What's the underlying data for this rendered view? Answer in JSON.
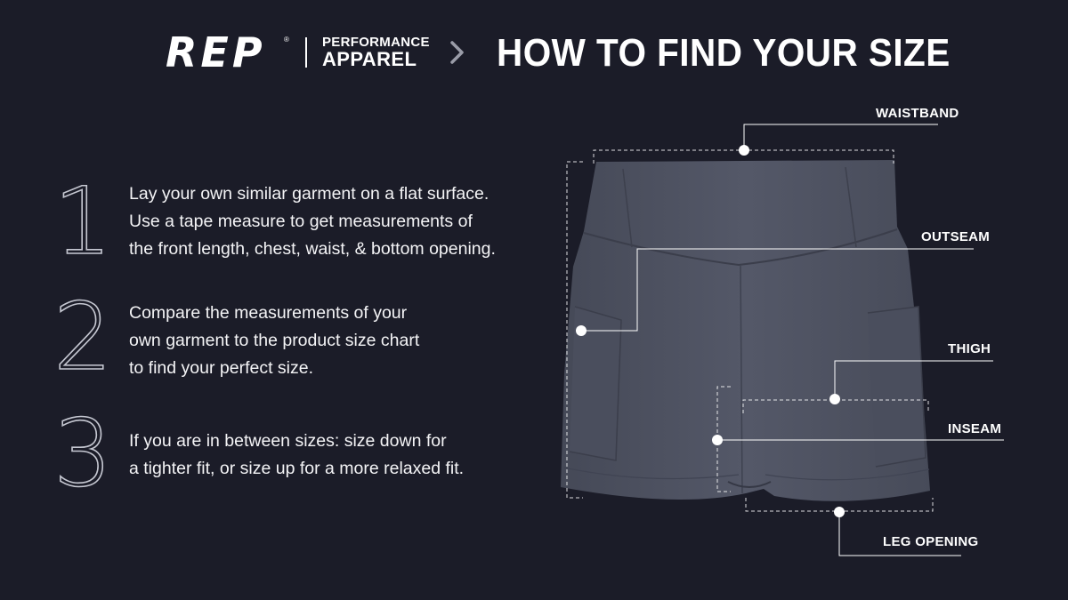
{
  "header": {
    "brand": "REP",
    "brand_mark": "®",
    "sub_line_1": "PERFORMANCE",
    "sub_line_2": "APPAREL",
    "separator_icon": "chevron-right-icon",
    "title": "HOW TO FIND YOUR SIZE"
  },
  "steps": [
    {
      "number": "1",
      "text": "Lay your own similar garment on a flat surface.\nUse a tape measure to get measurements of\nthe front length, chest, waist, & bottom opening."
    },
    {
      "number": "2",
      "text": "Compare the measurements of your\nown garment to the product size chart\nto find your perfect size."
    },
    {
      "number": "3",
      "text": "If you are in between sizes: size down for\na tighter fit, or size up for a more relaxed fit."
    }
  ],
  "callouts": {
    "waistband": "WAISTBAND",
    "outseam": "OUTSEAM",
    "thigh": "THIGH",
    "inseam": "INSEAM",
    "leg_opening": "LEG OPENING"
  },
  "colors": {
    "background": "#1b1c28",
    "text": "#ffffff",
    "garment": "#4e5262",
    "outline_numbers": "#c6c8d2"
  }
}
